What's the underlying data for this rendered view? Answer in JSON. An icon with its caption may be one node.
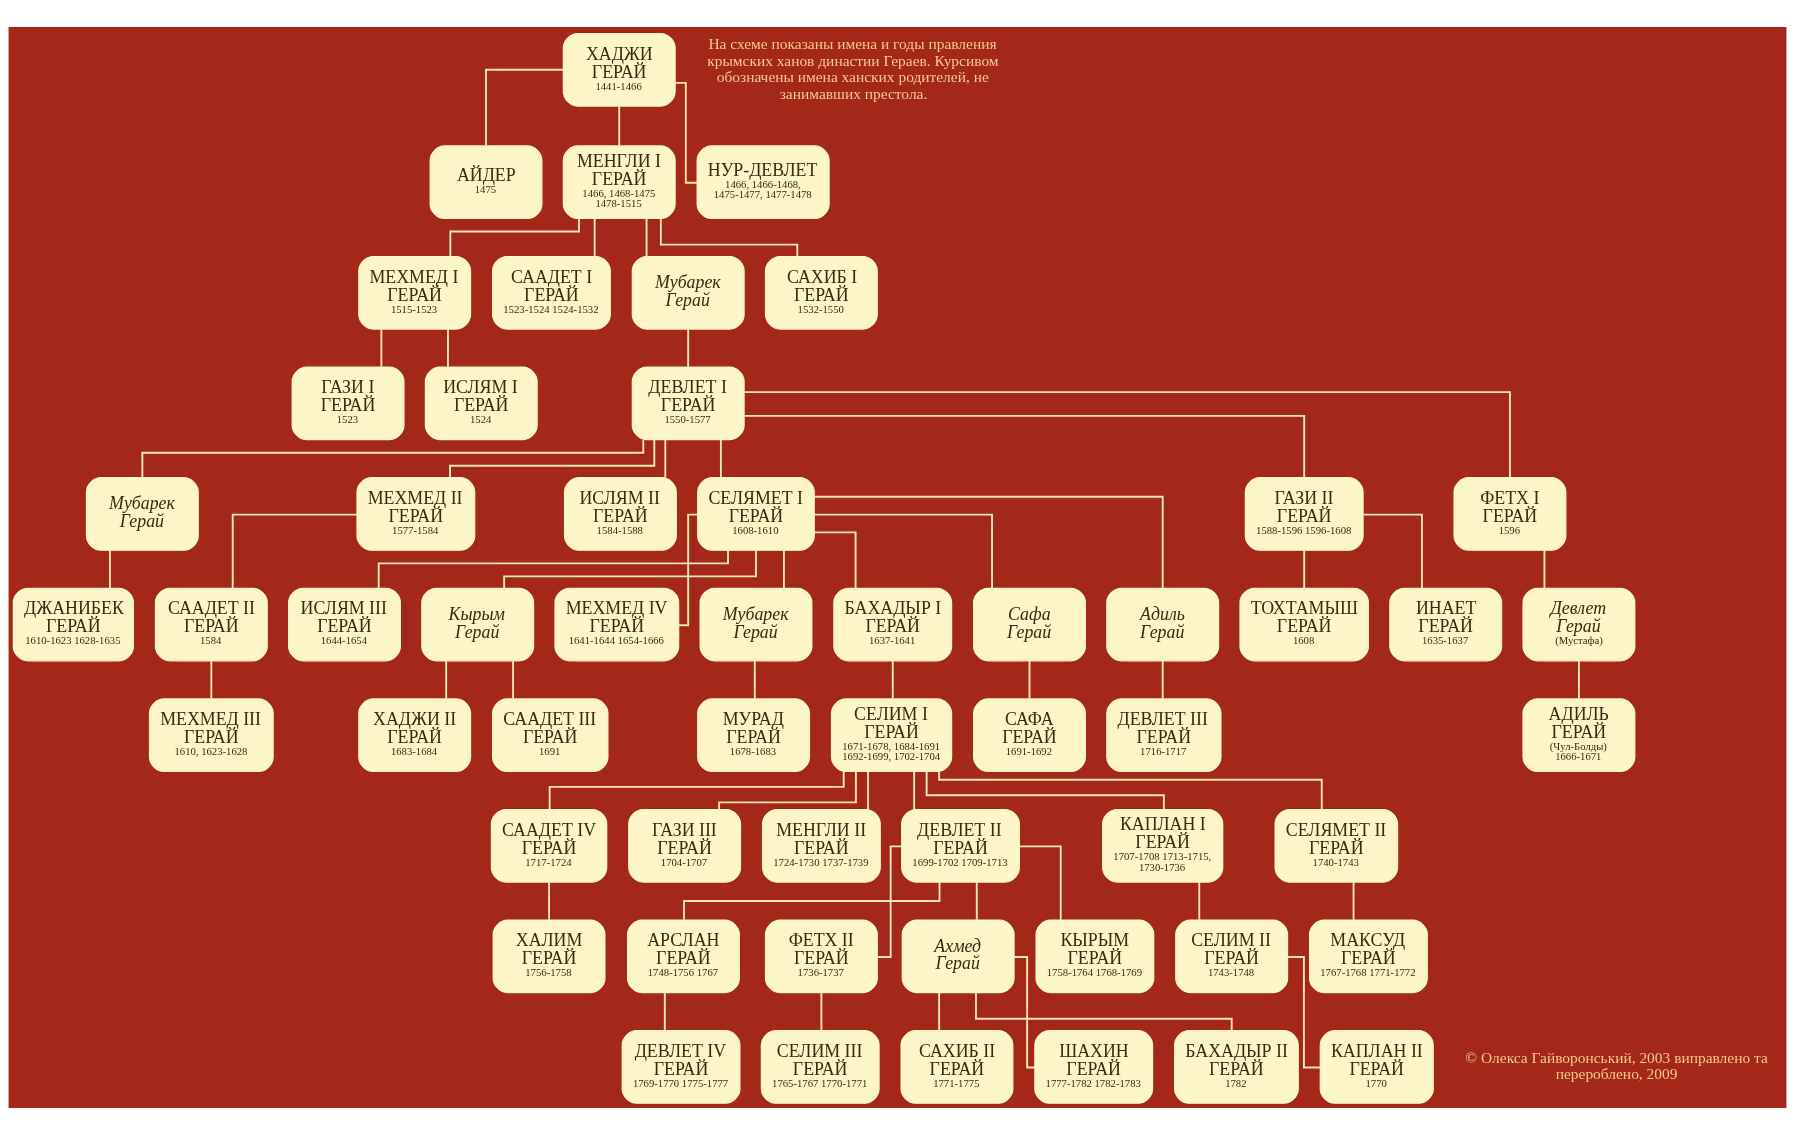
{
  "diagram": {
    "nodes": [
      {
        "text": [
          "ХАДЖИ ГЕРАЙ",
          "1441-1466"
        ]
      },
      {
        "text": [
          "АЙДЕР",
          "1475"
        ]
      },
      {
        "text": [
          "МЕНГЛИ I ГЕРАЙ",
          "1466, 1468-1475 1478-1515"
        ]
      },
      {
        "text": [
          "НУР-ДЕВЛЕТ",
          "1466, 1466-1468, 1475-1477, 1477-1478"
        ]
      },
      {
        "text": [
          "МЕХМЕД I ГЕРАЙ",
          "1515-1523"
        ]
      },
      {
        "text": [
          "СААДЕТ I ГЕРАЙ",
          "1523-1524 1524-1532"
        ]
      },
      {
        "text": [
          "Мубарек Герай"
        ]
      },
      {
        "text": [
          "САХИБ I ГЕРАЙ",
          "1532-1550"
        ]
      },
      {
        "text": [
          "ГАЗИ I ГЕРАЙ",
          "1523"
        ]
      },
      {
        "text": [
          "ИСЛЯМ I ГЕРАЙ",
          "1524"
        ]
      },
      {
        "text": [
          "ДЕВЛЕТ I ГЕРАЙ",
          "1550-1577"
        ]
      },
      {
        "text": [
          "Мубарек Герай"
        ]
      },
      {
        "text": [
          "МЕХМЕД II ГЕРАЙ",
          "1577-1584"
        ]
      },
      {
        "text": [
          "ИСЛЯМ II ГЕРАЙ",
          "1584-1588"
        ]
      },
      {
        "text": [
          "СЕЛЯМЕТ I ГЕРАЙ",
          "1608-1610"
        ]
      },
      {
        "text": [
          "ГАЗИ II ГЕРАЙ",
          "1588-1596 1596-1608"
        ]
      },
      {
        "text": [
          "ФЕТХ I ГЕРАЙ",
          "1596"
        ]
      },
      {
        "text": [
          "ДЖАНИБЕК ГЕРАЙ",
          "1610-1623 1628-1635"
        ]
      },
      {
        "text": [
          "СААДЕТ II ГЕРАЙ",
          "1584"
        ]
      },
      {
        "text": [
          "ИСЛЯМ III ГЕРАЙ",
          "1644-1654"
        ]
      },
      {
        "text": [
          "Кырым Герай"
        ]
      },
      {
        "text": [
          "МЕХМЕД IV ГЕРАЙ",
          "1641-1644 1654-1666"
        ]
      },
      {
        "text": [
          "Мубарек Герай"
        ]
      },
      {
        "text": [
          "БАХАДЫР I ГЕРАЙ",
          "1637-1641"
        ]
      },
      {
        "text": [
          "Сафа Герай"
        ]
      },
      {
        "text": [
          "Адиль Герай"
        ]
      },
      {
        "text": [
          "ТОХТАМЫШ ГЕРАЙ",
          "1608"
        ]
      },
      {
        "text": [
          "ИНАЕТ ГЕРАЙ",
          "1635-1637"
        ]
      },
      {
        "text": [
          "Девлет Герай",
          "(Мустафа)"
        ]
      },
      {
        "text": [
          "МЕХМЕД III ГЕРАЙ",
          "1610, 1623-1628"
        ]
      },
      {
        "text": [
          "ХАДЖИ II ГЕРАЙ",
          "1683-1684"
        ]
      },
      {
        "text": [
          "СААДЕТ III ГЕРАЙ",
          "1691"
        ]
      },
      {
        "text": [
          "МУРАД ГЕРАЙ",
          "1678-1683"
        ]
      },
      {
        "text": [
          "СЕЛИМ I ГЕРАЙ",
          "1671-1678, 1684-1691 1692-1699, 1702-1704"
        ]
      },
      {
        "text": [
          "САФА ГЕРАЙ",
          "1691-1692"
        ]
      },
      {
        "text": [
          "ДЕВЛЕТ III ГЕРАЙ",
          "1716-1717"
        ]
      },
      {
        "text": [
          "АДИЛЬ ГЕРАЙ",
          "(Чул-Болды)",
          "1666-1671"
        ]
      },
      {
        "text": [
          "СААДЕТ IV ГЕРАЙ",
          "1717-1724"
        ]
      },
      {
        "text": [
          "ГАЗИ III ГЕРАЙ",
          "1704-1707"
        ]
      },
      {
        "text": [
          "МЕНГЛИ II ГЕРАЙ",
          "1724-1730 1737-1739"
        ]
      },
      {
        "text": [
          "ДЕВЛЕТ II ГЕРАЙ",
          "1699-1702 1709-1713"
        ]
      },
      {
        "text": [
          "КАПЛАН I ГЕРАЙ",
          "1707-1708 1713-1715, 1730-1736"
        ]
      },
      {
        "text": [
          "СЕЛЯМЕТ II ГЕРАЙ",
          "1740-1743"
        ]
      },
      {
        "text": [
          "ХАЛИМ ГЕРАЙ",
          "1756-1758"
        ]
      },
      {
        "text": [
          "АРСЛАН ГЕРАЙ",
          "1748-1756 1767"
        ]
      },
      {
        "text": [
          "ФЕТХ II ГЕРАЙ",
          "1736-1737"
        ]
      },
      {
        "text": [
          "Ахмед Герай"
        ]
      },
      {
        "text": [
          "КЫРЫМ ГЕРАЙ",
          "1758-1764 1768-1769"
        ]
      },
      {
        "text": [
          "СЕЛИМ II ГЕРАЙ",
          "1743-1748"
        ]
      },
      {
        "text": [
          "МАКСУД ГЕРАЙ",
          "1767-1768 1771-1772"
        ]
      },
      {
        "text": [
          "ДЕВЛЕТ IV ГЕРАЙ",
          "1769-1770 1775-1777"
        ]
      },
      {
        "text": [
          "СЕЛИМ III ГЕРАЙ",
          "1765-1767 1770-1771"
        ]
      },
      {
        "text": [
          "САХИБ II ГЕРАЙ",
          "1771-1775"
        ]
      },
      {
        "text": [
          "ШАХИН ГЕРАЙ",
          "1777-1782 1782-1783"
        ]
      },
      {
        "text": [
          "БАХАДЫР II ГЕРАЙ",
          "1782"
        ]
      },
      {
        "text": [
          "КАПЛАН II ГЕРАЙ",
          "1770"
        ]
      }
    ],
    "edges": [
      {
        "from": 0,
        "to": 1,
        "arrow": "none"
      },
      {
        "from": 0,
        "to": 2,
        "arrow": "none"
      },
      {
        "from": 0,
        "to": 3,
        "arrow": "none"
      },
      {
        "from": 2,
        "to": 4,
        "arrow": "none"
      },
      {
        "from": 2,
        "to": 5,
        "arrow": "none"
      },
      {
        "from": 2,
        "to": 6,
        "arrow": "none"
      },
      {
        "from": 2,
        "to": 7,
        "arrow": "none"
      },
      {
        "from": 4,
        "to": 8,
        "arrow": "none"
      },
      {
        "from": 4,
        "to": 9,
        "arrow": "none"
      },
      {
        "from": 6,
        "to": 10,
        "arrow": "none"
      },
      {
        "from": 10,
        "to": 11,
        "arrow": "none"
      },
      {
        "from": 10,
        "to": 12,
        "arrow": "none"
      },
      {
        "from": 10,
        "to": 13,
        "arrow": "none"
      },
      {
        "from": 10,
        "to": 14,
        "arrow": "none"
      },
      {
        "from": 10,
        "to": 15,
        "arrow": "none"
      },
      {
        "from": 10,
        "to": 16,
        "arrow": "none"
      },
      {
        "from": 11,
        "to": 17,
        "arrow": "none"
      },
      {
        "from": 12,
        "to": 18,
        "arrow": "none"
      },
      {
        "from": 14,
        "to": 19,
        "arrow": "none"
      },
      {
        "from": 14,
        "to": 20,
        "arrow": "none"
      },
      {
        "from": 14,
        "to": 21,
        "arrow": "none"
      },
      {
        "from": 14,
        "to": 22,
        "arrow": "none"
      },
      {
        "from": 14,
        "to": 23,
        "arrow": "none"
      },
      {
        "from": 14,
        "to": 24,
        "arrow": "none"
      },
      {
        "from": 14,
        "to": 25,
        "arrow": "none"
      },
      {
        "from": 15,
        "to": 26,
        "arrow": "none"
      },
      {
        "from": 15,
        "to": 27,
        "arrow": "none"
      },
      {
        "from": 16,
        "to": 28,
        "arrow": "none"
      },
      {
        "from": 18,
        "to": 29,
        "arrow": "none"
      },
      {
        "from": 20,
        "to": 30,
        "arrow": "none"
      },
      {
        "from": 20,
        "to": 31,
        "arrow": "none"
      },
      {
        "from": 22,
        "to": 32,
        "arrow": "none"
      },
      {
        "from": 23,
        "to": 33,
        "arrow": "none"
      },
      {
        "from": 24,
        "to": 34,
        "arrow": "none"
      },
      {
        "from": 25,
        "to": 35,
        "arrow": "none"
      },
      {
        "from": 28,
        "to": 36,
        "arrow": "none"
      },
      {
        "from": 33,
        "to": 37,
        "arrow": "none"
      },
      {
        "from": 33,
        "to": 38,
        "arrow": "none"
      },
      {
        "from": 33,
        "to": 39,
        "arrow": "none"
      },
      {
        "from": 33,
        "to": 40,
        "arrow": "none"
      },
      {
        "from": 33,
        "to": 41,
        "arrow": "none"
      },
      {
        "from": 33,
        "to": 42,
        "arrow": "none"
      },
      {
        "from": 37,
        "to": 43,
        "arrow": "none"
      },
      {
        "from": 40,
        "to": 44,
        "arrow": "none"
      },
      {
        "from": 40,
        "to": 45,
        "arrow": "none"
      },
      {
        "from": 40,
        "to": 46,
        "arrow": "none"
      },
      {
        "from": 40,
        "to": 47,
        "arrow": "none"
      },
      {
        "from": 41,
        "to": 48,
        "arrow": "none"
      },
      {
        "from": 42,
        "to": 49,
        "arrow": "none"
      },
      {
        "from": 44,
        "to": 50,
        "arrow": "none"
      },
      {
        "from": 45,
        "to": 51,
        "arrow": "none"
      },
      {
        "from": 46,
        "to": 52,
        "arrow": "none"
      },
      {
        "from": 46,
        "to": 53,
        "arrow": "none"
      },
      {
        "from": 46,
        "to": 54,
        "arrow": "none"
      },
      {
        "from": 48,
        "to": 55,
        "arrow": "none"
      }
    ],
    "labels": [
      "На схеме показаны имена и годы правления крымских ханов династии Гераев. Курсивом обозначены имена ханских родителей, не занимавших престола.",
      "© Олекса Гайворонський, 2003 виправлено та перероблено, 2009"
    ]
  }
}
